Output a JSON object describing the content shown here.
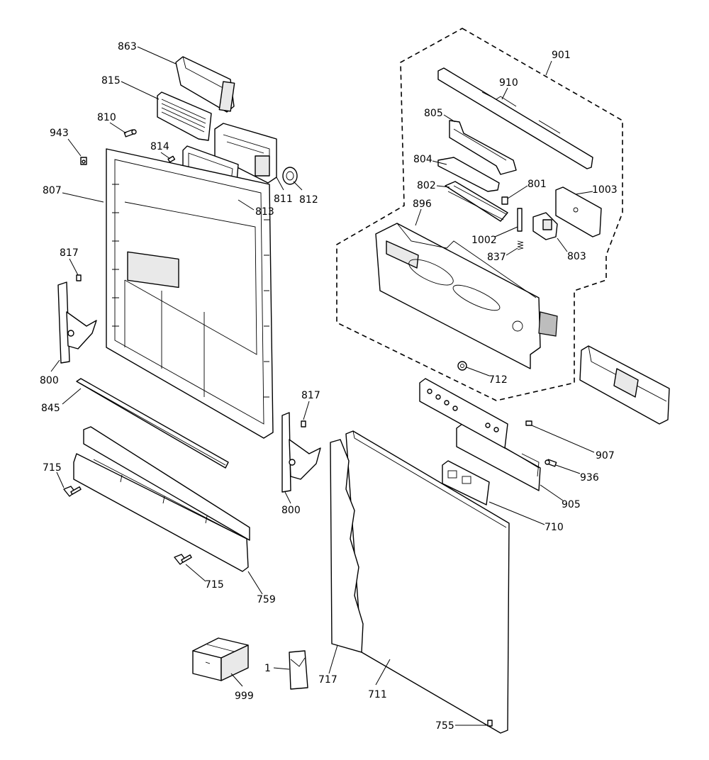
{
  "labels": {
    "l863": "863",
    "l815": "815",
    "l810": "810",
    "l943": "943",
    "l814": "814",
    "l807": "807",
    "l811": "811",
    "l812": "812",
    "l813": "813",
    "l817a": "817",
    "l800a": "800",
    "l845": "845",
    "l715a": "715",
    "l715b": "715",
    "l759": "759",
    "l817b": "817",
    "l800b": "800",
    "l901": "901",
    "l910": "910",
    "l805": "805",
    "l804": "804",
    "l802": "802",
    "l801": "801",
    "l1003": "1003",
    "l896": "896",
    "l1002": "1002",
    "l837": "837",
    "l803": "803",
    "l712": "712",
    "l907": "907",
    "l936": "936",
    "l905": "905",
    "l710": "710",
    "l717": "717",
    "l711": "711",
    "l755": "755",
    "l999": "999",
    "l1": "1"
  }
}
